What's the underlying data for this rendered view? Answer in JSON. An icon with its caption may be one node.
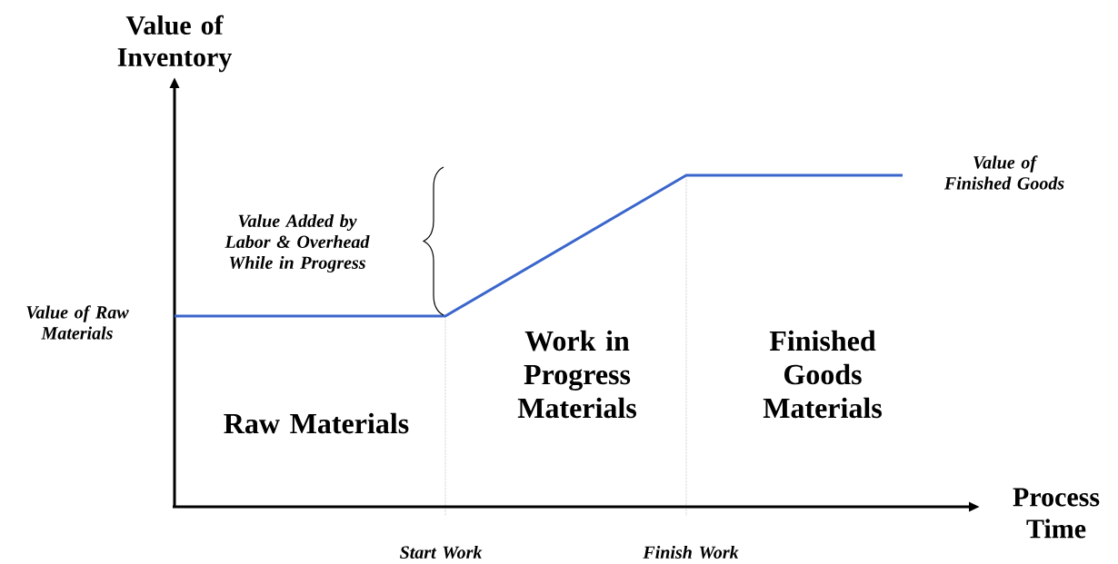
{
  "diagram": {
    "labels": [
      "Value of Inventory",
      "Value of Finished Goods",
      "Value Added by Labor & Overhead While in Progress",
      "Value of Raw Materials",
      "Work in Progress Materials",
      "Finished Goods Materials",
      "Raw Materials",
      "Process Time",
      "Start Work",
      "Finish Work"
    ]
  }
}
